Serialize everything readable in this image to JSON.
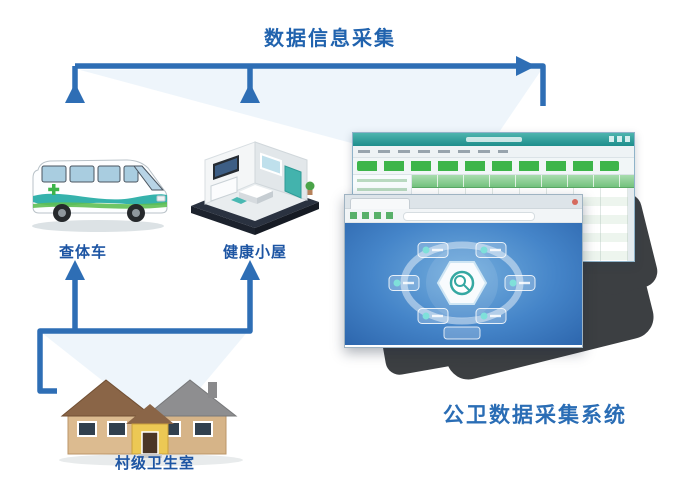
{
  "title": "数据信息采集",
  "nodes": {
    "van_label": "查体车",
    "cabin_label": "健康小屋",
    "village_label": "村级卫生室",
    "system_label": "公卫数据采集系统"
  },
  "flows": [
    {
      "from": "村级卫生室",
      "to": "查体车"
    },
    {
      "from": "村级卫生室",
      "to": "健康小屋"
    },
    {
      "from": "查体车",
      "to": "数据信息采集"
    },
    {
      "from": "健康小屋",
      "to": "数据信息采集"
    },
    {
      "from": "数据信息采集",
      "to": "公卫数据采集系统"
    }
  ],
  "colors": {
    "arrow": "#2e6eb5",
    "title_text": "#2163ae",
    "node_label_text": "#1d55a3",
    "system_label_text": "#2a6db5",
    "screen_titlebar_teal": "#2f9e9a",
    "toolbar_button_green": "#3db54a",
    "hub_background_blue": "#4585c9",
    "hub_accent_teal": "#35a8a2",
    "screen_shadow_dark": "#3c3f42",
    "house_wall_tan": "#d9b98c",
    "van_stripe_teal": "#35b2ac"
  },
  "icons": {
    "medical_cross": "✚",
    "hub_center_magnifier": "⌕",
    "arrowhead": "▲"
  }
}
